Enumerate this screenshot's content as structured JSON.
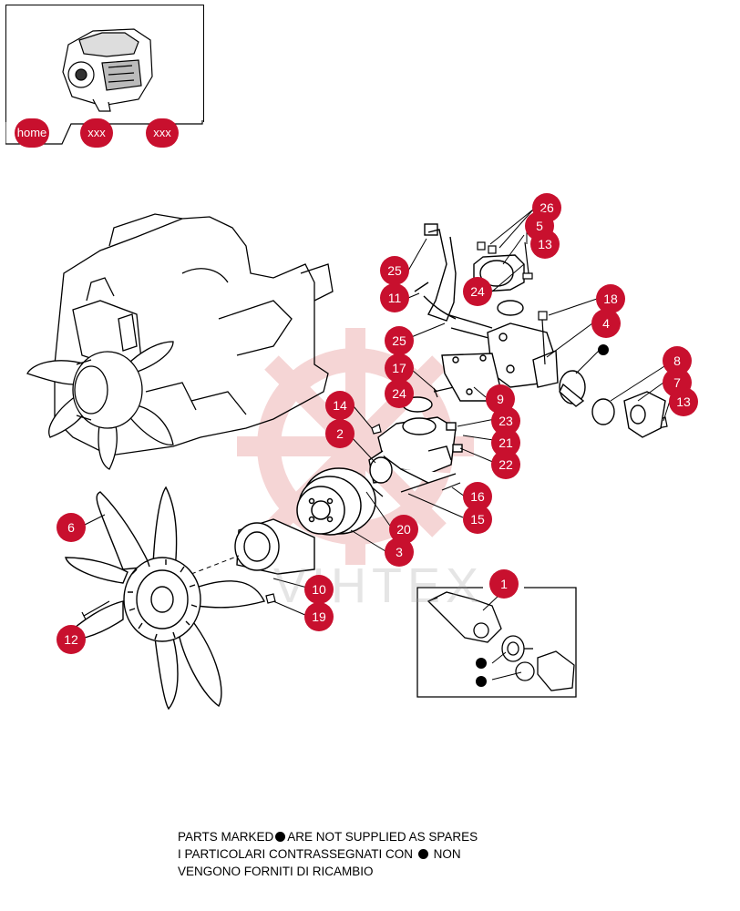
{
  "nav": {
    "home_label": "home",
    "prev_label": "xxx",
    "next_label": "xxx"
  },
  "watermark": "VIHTEX",
  "callouts": [
    {
      "id": "26",
      "label": "26"
    },
    {
      "id": "5",
      "label": "5"
    },
    {
      "id": "13a",
      "label": "13"
    },
    {
      "id": "25a",
      "label": "25"
    },
    {
      "id": "11",
      "label": "11"
    },
    {
      "id": "24a",
      "label": "24"
    },
    {
      "id": "18",
      "label": "18"
    },
    {
      "id": "4",
      "label": "4"
    },
    {
      "id": "25b",
      "label": "25"
    },
    {
      "id": "8",
      "label": "8"
    },
    {
      "id": "7",
      "label": "7"
    },
    {
      "id": "13b",
      "label": "13"
    },
    {
      "id": "17",
      "label": "17"
    },
    {
      "id": "24b",
      "label": "24"
    },
    {
      "id": "9",
      "label": "9"
    },
    {
      "id": "14",
      "label": "14"
    },
    {
      "id": "23",
      "label": "23"
    },
    {
      "id": "2",
      "label": "2"
    },
    {
      "id": "21",
      "label": "21"
    },
    {
      "id": "22",
      "label": "22"
    },
    {
      "id": "16",
      "label": "16"
    },
    {
      "id": "15",
      "label": "15"
    },
    {
      "id": "6",
      "label": "6"
    },
    {
      "id": "20",
      "label": "20"
    },
    {
      "id": "3",
      "label": "3"
    },
    {
      "id": "1",
      "label": "1"
    },
    {
      "id": "10",
      "label": "10"
    },
    {
      "id": "19",
      "label": "19"
    },
    {
      "id": "12",
      "label": "12"
    }
  ],
  "footer": {
    "line1_pre": "PARTS MARKED",
    "line1_post": "ARE NOT SUPPLIED AS SPARES",
    "line2_pre": "I  PARTICOLARI  CONTRASSEGNATI  CON",
    "line2_post": "NON",
    "line3": "VENGONO FORNITI DI RICAMBIO"
  },
  "colors": {
    "callout": "#c8102e",
    "line": "#000000",
    "watermark": "#e8a0a0"
  }
}
